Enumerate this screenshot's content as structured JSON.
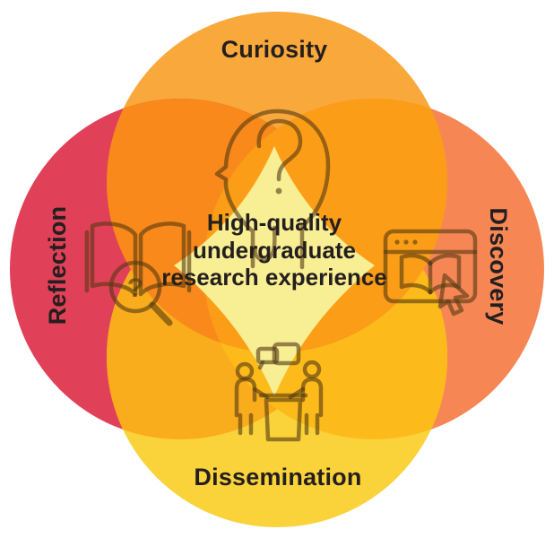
{
  "diagram": {
    "center_title": "High-quality undergraduate research experience",
    "labels": {
      "top": "Curiosity",
      "right": "Discovery",
      "bottom": "Dissemination",
      "left": "Reflection"
    },
    "icons": {
      "top": "head-question-icon",
      "right": "browser-book-cursor-icon",
      "bottom": "people-discussion-icon",
      "left": "book-magnifier-icon"
    },
    "colors": {
      "curiosity": "#F9A83B",
      "discovery": "#F68755",
      "dissemination": "#FAD33B",
      "reflection": "#E04058",
      "overlap_top_left": "#F8891A",
      "overlap_top_right": "#FB9D16",
      "overlap_bottom_left": "#F9AC1C",
      "overlap_bottom_right": "#FDBB1B",
      "center": "#F8EE94",
      "label_text": "#241F1E"
    }
  }
}
